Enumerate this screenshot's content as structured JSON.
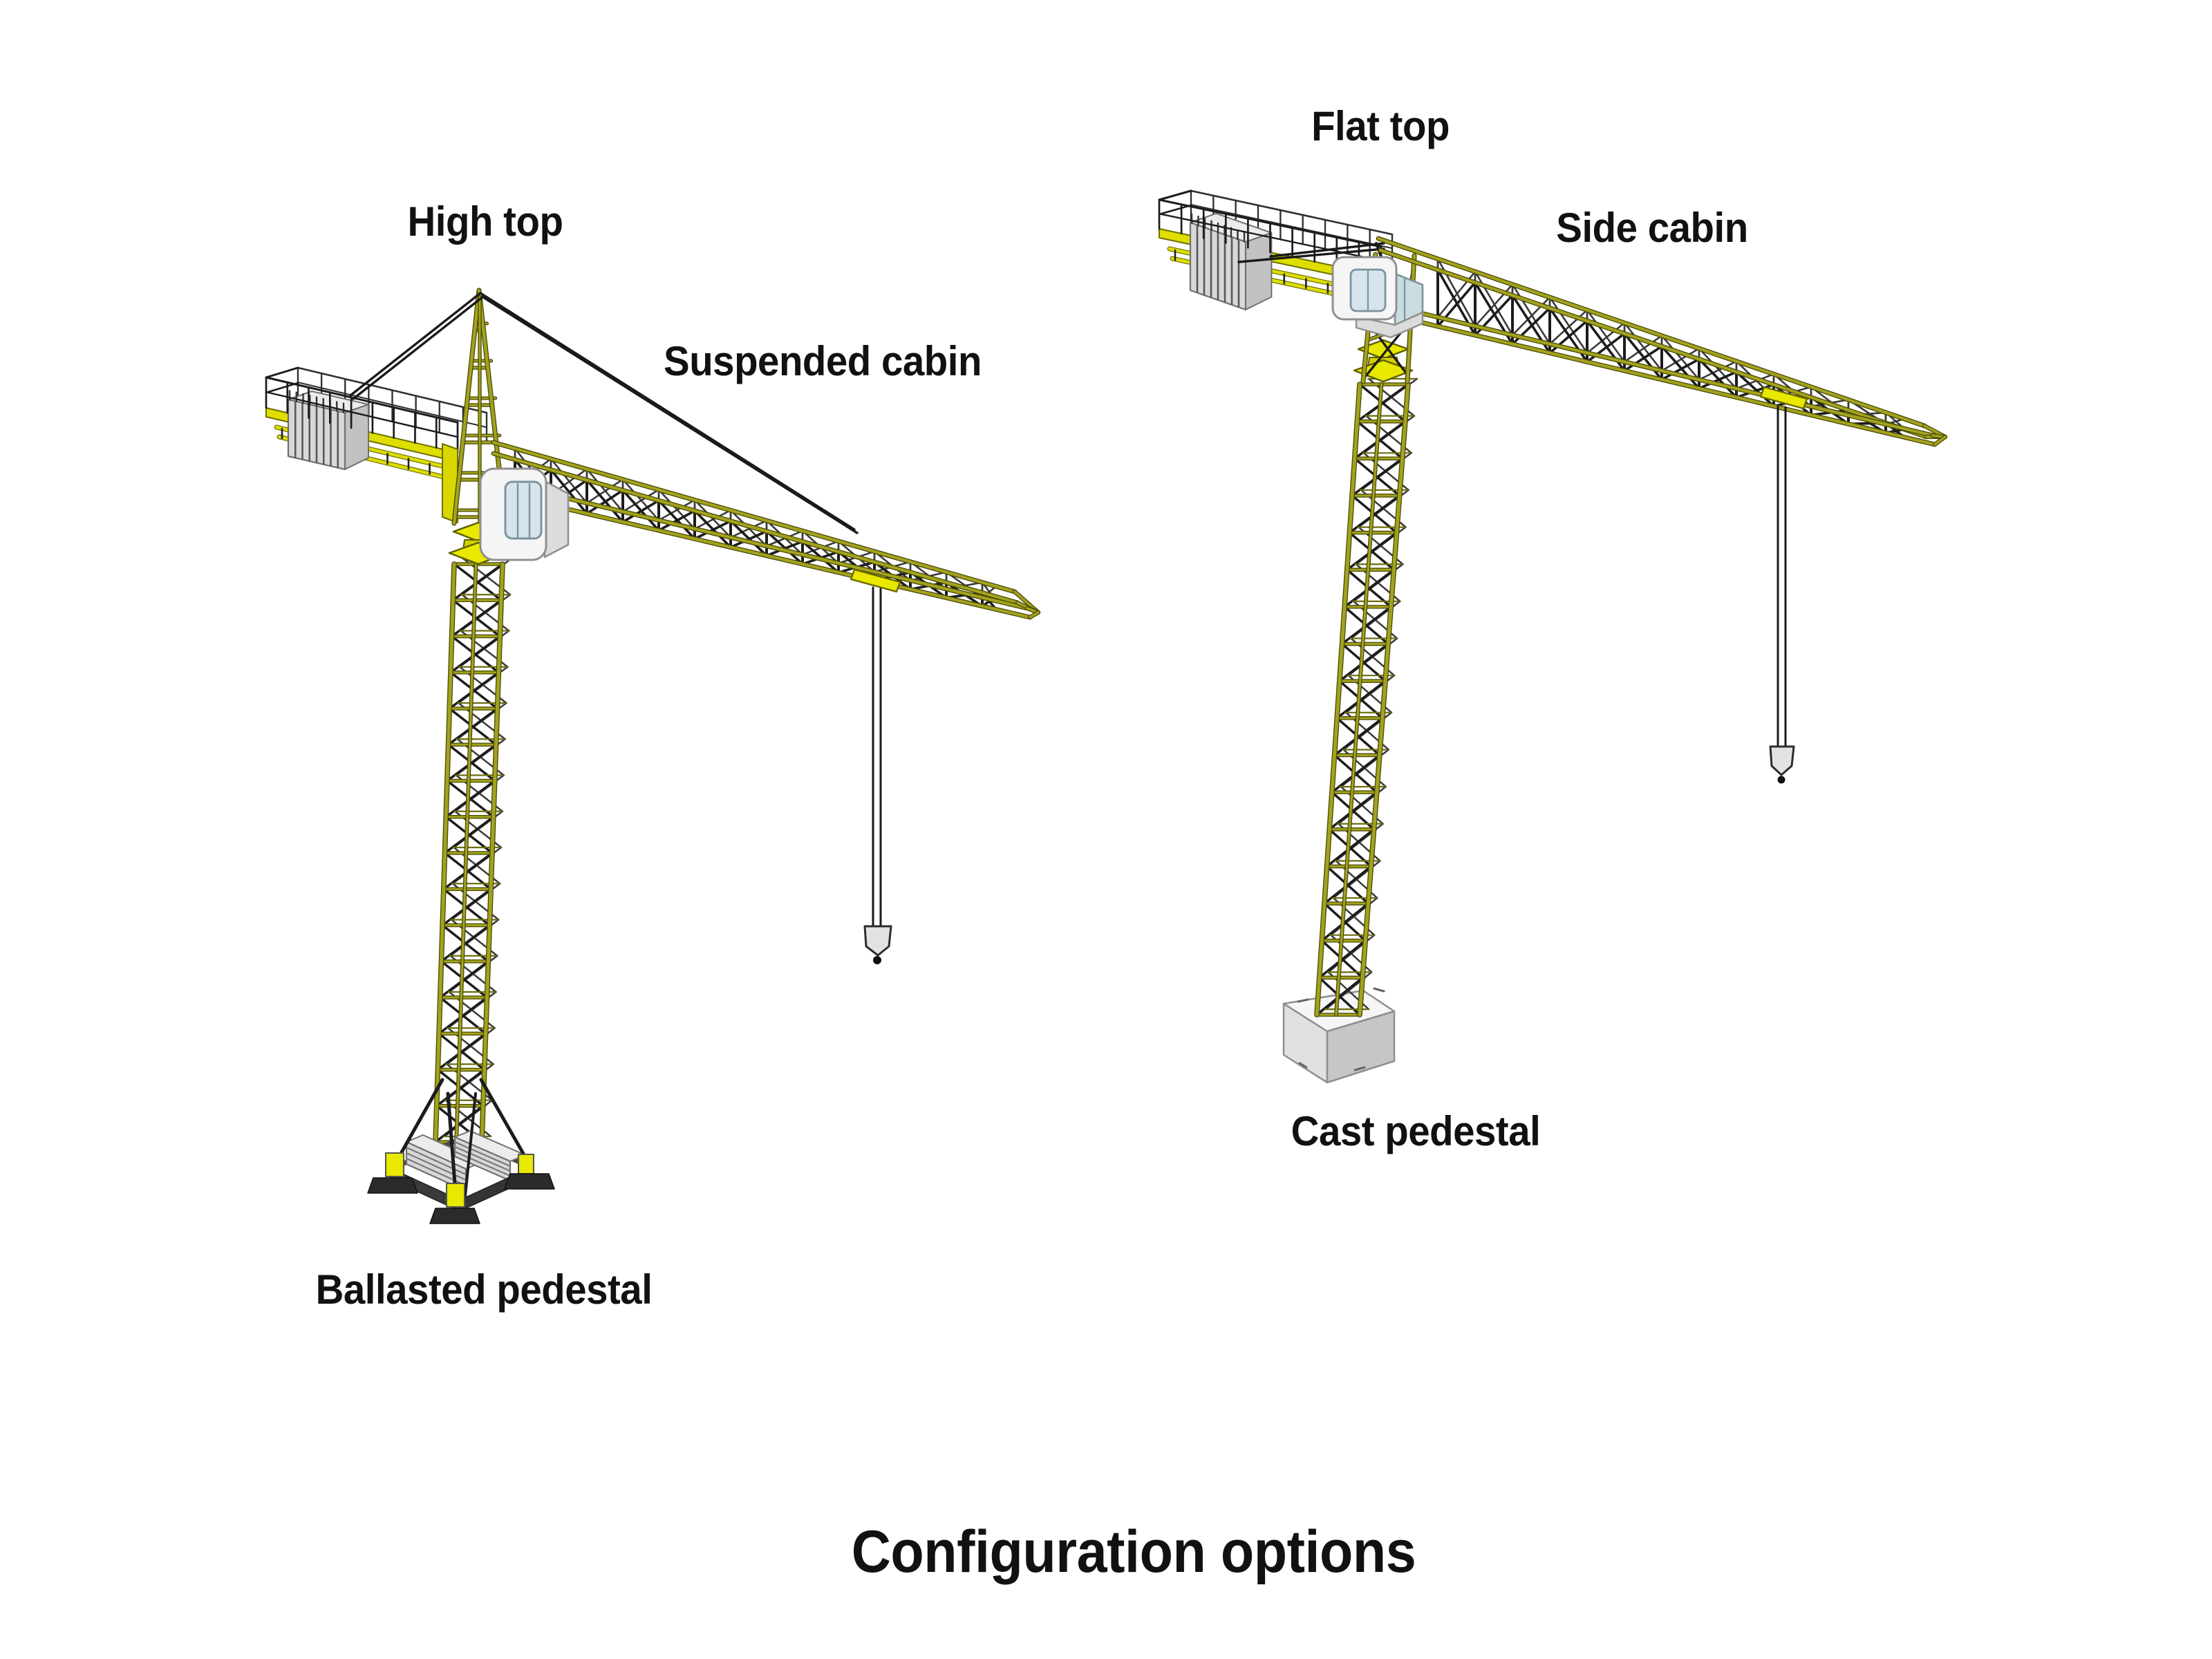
{
  "diagram": {
    "title": "Configuration options",
    "left_crane": {
      "name": "tower-crane-high-top-suspended-cabin-ballasted-pedestal",
      "top_label": "High top",
      "cabin_label": "Suspended cabin",
      "pedestal_label": "Ballasted pedestal"
    },
    "right_crane": {
      "name": "tower-crane-flat-top-side-cabin-cast-pedestal",
      "top_label": "Flat top",
      "cabin_label": "Side cabin",
      "pedestal_label": "Cast pedestal"
    },
    "colors": {
      "structure_yellow": "#e8e800",
      "deck_yellow": "#dede00",
      "chord_olive": "#a2a21e",
      "chord_dark": "#4a4a08",
      "brace_dark": "#1c1c1c",
      "brace_back": "#3a3a3a",
      "counterweight_gray": "#d8d8d8",
      "counterweight_side": "#c2c2c2",
      "counterweight_top": "#ececec",
      "cabin_white": "#f5f5f5",
      "cabin_shade": "#dcdcdc",
      "window_blue": "#d6e4ee",
      "window_side": "#c9dce0",
      "pedestal_top": "#f6f6f6",
      "pedestal_left": "#e0e0e0",
      "pedestal_right": "#c6c6c6",
      "base_frame": "#3a3a3a",
      "foot_dark": "#2b2b2b",
      "outline_gray": "#707070",
      "cable_dark": "#1a1a1a",
      "hook_gray": "#e2e2e2",
      "label_color": "#111111"
    }
  }
}
